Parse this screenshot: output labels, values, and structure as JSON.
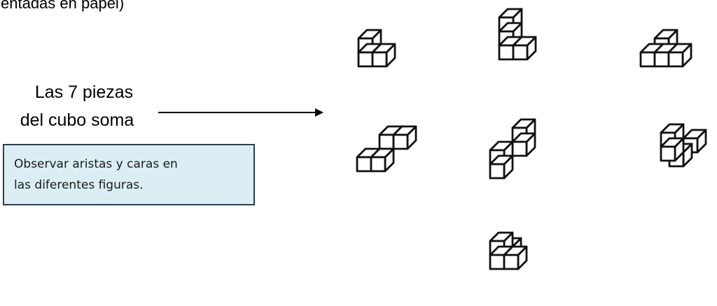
{
  "header": {
    "partial_caption": "sentadas en papel)"
  },
  "label": {
    "line1": "Las 7 piezas",
    "line2": "del cubo soma"
  },
  "note": {
    "line1": "Observar aristas y caras en",
    "line2": "las diferentes figuras."
  },
  "figures": {
    "piece_count": 7
  },
  "colors": {
    "note_background": "#dbeef4",
    "note_border": "#2d3e50",
    "line": "#111111"
  }
}
